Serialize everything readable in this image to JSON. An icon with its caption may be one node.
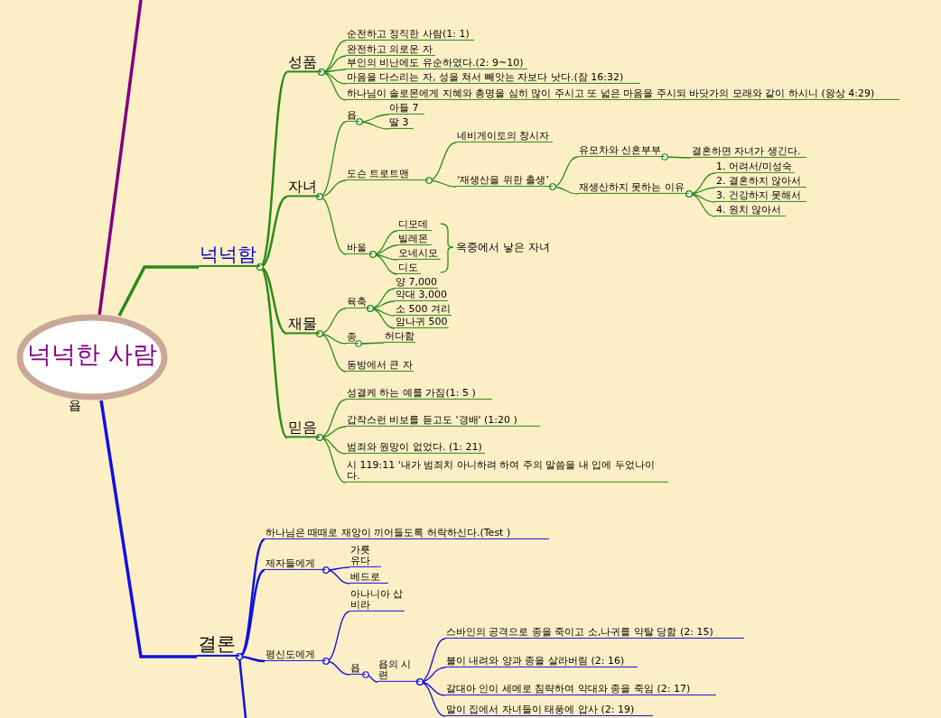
{
  "diagram": {
    "nodes": [
      {
        "text": [
          "넉넉한 사람"
        ],
        "beside": [
          "욥"
        ]
      },
      {
        "text": [
          "넉넉함"
        ]
      },
      {
        "text": [
          "성품"
        ]
      },
      {
        "text": [
          "순전하고 정직한 사람(1: 1)"
        ]
      },
      {
        "text": [
          "완전하고 의로운 자"
        ]
      },
      {
        "text": [
          "부인의 비난에도 유순하였다.(2: 9~10)"
        ]
      },
      {
        "text": [
          "마음을 다스리는 자, 성을 쳐서 빼앗는 자보다 낫다.(잠 16:32)"
        ]
      },
      {
        "text": [
          "하나님이 솔로몬에게 지혜와 총명을 심히 많이 주시고 또 넓은 마음을 주시되 바닷가의 모래와 같이 하시니 (왕상 4:29)"
        ]
      },
      {
        "text": [
          "자녀"
        ]
      },
      {
        "text": [
          "욥"
        ]
      },
      {
        "text": [
          "아들 7"
        ]
      },
      {
        "text": [
          "딸 3"
        ]
      },
      {
        "text": [
          "도슨 트로트맨"
        ]
      },
      {
        "text": [
          "네비게이토의 창시자"
        ]
      },
      {
        "text": [
          "‘재생산을 위한 출생’"
        ]
      },
      {
        "text": [
          "유모차와 신혼부부"
        ]
      },
      {
        "text": [
          "결혼하면 자녀가 생긴다."
        ]
      },
      {
        "text": [
          "재생산하지 못하는 이유"
        ]
      },
      {
        "text": [
          "1. 어려서/미성숙"
        ]
      },
      {
        "text": [
          "2. 결혼하지 않아서"
        ]
      },
      {
        "text": [
          "3. 건강하지 못해서"
        ]
      },
      {
        "text": [
          "4. 원치 않아서"
        ]
      },
      {
        "text": [
          "바울"
        ]
      },
      {
        "text": [
          "디모데"
        ]
      },
      {
        "text": [
          "빌레몬"
        ]
      },
      {
        "text": [
          "오네시모"
        ]
      },
      {
        "text": [
          "디도"
        ]
      },
      {
        "text": [
          "재물"
        ]
      },
      {
        "text": [
          "육축"
        ]
      },
      {
        "text": [
          "양 7,000"
        ]
      },
      {
        "text": [
          "약대 3,000"
        ]
      },
      {
        "text": [
          "소 500 겨리"
        ]
      },
      {
        "text": [
          "암나귀 500"
        ]
      },
      {
        "text": [
          "종"
        ]
      },
      {
        "text": [
          "허다함"
        ]
      },
      {
        "text": [
          "동방에서 큰 자"
        ]
      },
      {
        "text": [
          "믿음"
        ]
      },
      {
        "text": [
          "성결케 하는 예를 가짐(1: 5 )"
        ]
      },
      {
        "text": [
          "갑작스런 비보를 듣고도 '경배' (1:20 )"
        ]
      },
      {
        "text": [
          "범죄와 원망이 없었다. (1: 21)"
        ]
      },
      {
        "text": [
          "시 119:11 '내가 범죄치 아니하려 하여 주의 말씀을 내 입에 두었나이다."
        ]
      },
      {
        "text": [
          "결론"
        ]
      },
      {
        "text": [
          "하나님은 때때로 재앙이 끼어들도록 허락하신다.(Test )"
        ]
      },
      {
        "text": [
          "제자들에게"
        ]
      },
      {
        "text": [
          "가룟 유다"
        ]
      },
      {
        "text": [
          "베드로"
        ]
      },
      {
        "text": [
          "평신도에게"
        ]
      },
      {
        "text": [
          "아나니아 삽비라"
        ]
      },
      {
        "text": [
          "욥"
        ]
      },
      {
        "text": [
          "욥의 시련"
        ]
      },
      {
        "text": [
          "스바인의 공격으로 종을 죽이고 소,나귀를 약탈 당함 (2: 15)"
        ]
      },
      {
        "text": [
          "불이 내려와 양과 종을 살라버림 (2: 16)"
        ]
      },
      {
        "text": [
          "갈대아 인이 세메로 침략하여 약대와 종을 죽임 (2: 17)"
        ]
      },
      {
        "text": [
          "말이 집에서 자녀들이 태풍에 압사 (2: 19)"
        ]
      }
    ],
    "edges": [
      {
        "from": 0,
        "to": null,
        "arrow": "none",
        "style": "thick",
        "color": "#800080"
      },
      {
        "from": 0,
        "to": 1,
        "arrow": "none",
        "style": "thick"
      },
      {
        "from": 0,
        "to": 41,
        "arrow": "none",
        "style": "thick",
        "color": "#1010e0"
      },
      {
        "from": 1,
        "to": 2,
        "arrow": "other"
      },
      {
        "from": 1,
        "to": 8,
        "arrow": "other"
      },
      {
        "from": 1,
        "to": 27,
        "arrow": "other"
      },
      {
        "from": 1,
        "to": 36,
        "arrow": "other"
      },
      {
        "from": 2,
        "to": 3,
        "arrow": "other"
      },
      {
        "from": 2,
        "to": 4,
        "arrow": "other"
      },
      {
        "from": 2,
        "to": 5,
        "arrow": "other"
      },
      {
        "from": 2,
        "to": 6,
        "arrow": "other"
      },
      {
        "from": 2,
        "to": 7,
        "arrow": "other"
      },
      {
        "from": 8,
        "to": 9,
        "arrow": "other"
      },
      {
        "from": 8,
        "to": 12,
        "arrow": "other"
      },
      {
        "from": 8,
        "to": 22,
        "arrow": "other"
      },
      {
        "from": 9,
        "to": 10,
        "arrow": "other"
      },
      {
        "from": 9,
        "to": 11,
        "arrow": "other"
      },
      {
        "from": 12,
        "to": 13,
        "arrow": "other"
      },
      {
        "from": 12,
        "to": 14,
        "arrow": "other"
      },
      {
        "from": 14,
        "to": 15,
        "arrow": "other"
      },
      {
        "from": 14,
        "to": 17,
        "arrow": "other"
      },
      {
        "from": 15,
        "to": 16,
        "arrow": "other"
      },
      {
        "from": 17,
        "to": 18,
        "arrow": "other"
      },
      {
        "from": 17,
        "to": 19,
        "arrow": "other"
      },
      {
        "from": 17,
        "to": 20,
        "arrow": "other"
      },
      {
        "from": 17,
        "to": 21,
        "arrow": "other"
      },
      {
        "from": 22,
        "to": 23,
        "arrow": "other"
      },
      {
        "from": 22,
        "to": 24,
        "arrow": "other"
      },
      {
        "from": 22,
        "to": 25,
        "arrow": "other"
      },
      {
        "from": 22,
        "to": 26,
        "arrow": "other"
      },
      {
        "from": 27,
        "to": 28,
        "arrow": "other"
      },
      {
        "from": 27,
        "to": 33,
        "arrow": "other"
      },
      {
        "from": 27,
        "to": 35,
        "arrow": "other"
      },
      {
        "from": 28,
        "to": 29,
        "arrow": "other"
      },
      {
        "from": 28,
        "to": 30,
        "arrow": "other"
      },
      {
        "from": 28,
        "to": 31,
        "arrow": "other"
      },
      {
        "from": 28,
        "to": 32,
        "arrow": "other"
      },
      {
        "from": 33,
        "to": 34,
        "arrow": "other"
      },
      {
        "from": 36,
        "to": 37,
        "arrow": "other"
      },
      {
        "from": 36,
        "to": 38,
        "arrow": "other"
      },
      {
        "from": 36,
        "to": 39,
        "arrow": "other"
      },
      {
        "from": 36,
        "to": 40,
        "arrow": "other"
      },
      {
        "from": 41,
        "to": 42,
        "arrow": "other",
        "color": "#1010e0"
      },
      {
        "from": 41,
        "to": 43,
        "arrow": "other",
        "color": "#1010e0"
      },
      {
        "from": 41,
        "to": 46,
        "arrow": "other",
        "color": "#1010e0"
      },
      {
        "from": 41,
        "to": null,
        "arrow": "other",
        "color": "#1010e0"
      },
      {
        "from": 43,
        "to": 44,
        "arrow": "other",
        "color": "#1010e0"
      },
      {
        "from": 43,
        "to": 45,
        "arrow": "other",
        "color": "#1010e0"
      },
      {
        "from": 46,
        "to": 47,
        "arrow": "other",
        "color": "#1010e0"
      },
      {
        "from": 46,
        "to": 48,
        "arrow": "other",
        "color": "#1010e0"
      },
      {
        "from": 48,
        "to": 49,
        "arrow": "other",
        "color": "#1010e0"
      },
      {
        "from": 49,
        "to": 50,
        "arrow": "other",
        "color": "#1010e0"
      },
      {
        "from": 49,
        "to": 51,
        "arrow": "other",
        "color": "#1010e0"
      },
      {
        "from": 49,
        "to": 52,
        "arrow": "other",
        "color": "#1010e0"
      },
      {
        "from": 49,
        "to": 53,
        "arrow": "other",
        "color": "#1010e0"
      }
    ],
    "labels": [
      "옥중에서 낳은 자녀"
    ]
  }
}
